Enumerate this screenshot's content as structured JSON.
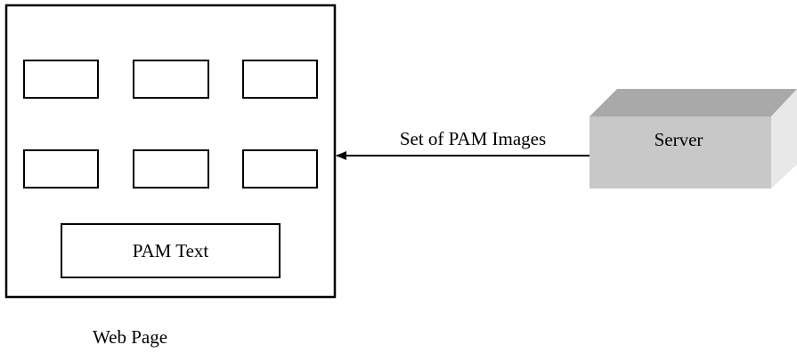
{
  "web_page": {
    "caption": "Web Page",
    "image_slots": 6,
    "text_box_label": "PAM Text"
  },
  "connection": {
    "label": "Set of PAM Images"
  },
  "server": {
    "label": "Server"
  },
  "colors": {
    "stroke": "#000000",
    "server_front": "#c8c8c8",
    "server_top": "#a9a9a9",
    "server_side": "#e8e8e8",
    "background": "#ffffff"
  }
}
